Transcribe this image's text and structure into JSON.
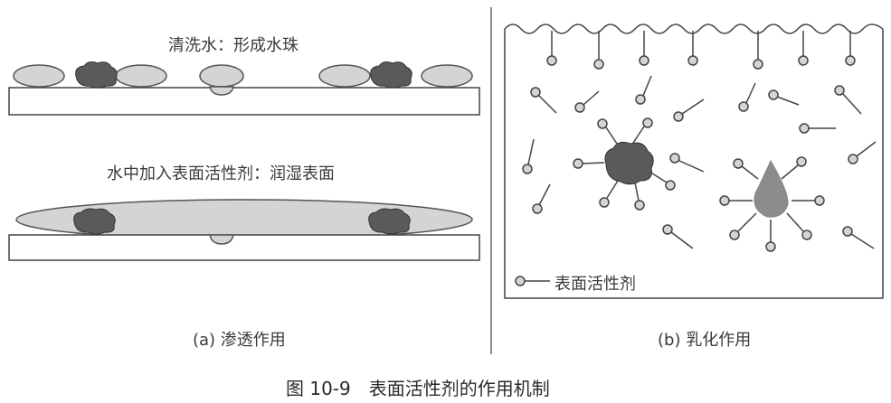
{
  "panel_a": {
    "top_caption": "清洗水：形成水珠",
    "mid_caption": "水中加入表面活性剂：润湿表面",
    "label": "(a) 渗透作用"
  },
  "panel_b": {
    "legend_label": "表面活性剂",
    "label": "(b) 乳化作用"
  },
  "figure_caption": "图 10-9　表面活性剂的作用机制",
  "colors": {
    "droplet": "#d4d4d4",
    "dirt": "#5a5a5a",
    "oil_drop": "#8c8c8c",
    "line": "#444444"
  }
}
